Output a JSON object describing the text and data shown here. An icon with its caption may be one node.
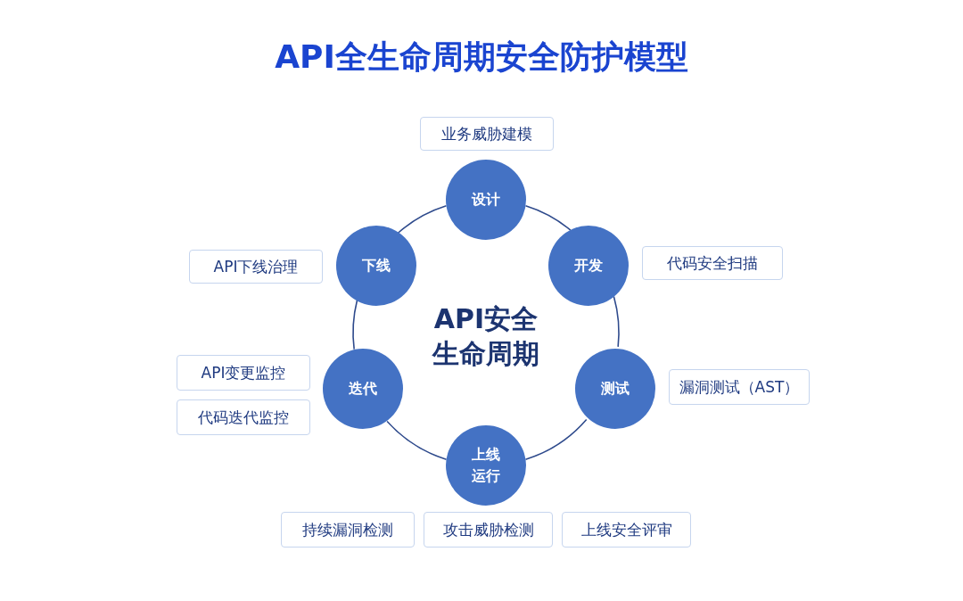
{
  "diagram": {
    "title": "API全生命周期安全防护模型",
    "nodes": [
      {
        "text": [
          "设计"
        ]
      },
      {
        "text": [
          "开发"
        ]
      },
      {
        "text": [
          "测试"
        ]
      },
      {
        "text": [
          "上线运行"
        ]
      },
      {
        "text": [
          "迭代"
        ]
      },
      {
        "text": [
          "下线"
        ]
      },
      {
        "text": [
          "业务威胁建模"
        ]
      },
      {
        "text": [
          "代码安全扫描"
        ]
      },
      {
        "text": [
          "漏洞测试（AST）"
        ]
      },
      {
        "text": [
          "持续漏洞检测"
        ]
      },
      {
        "text": [
          "攻击威胁检测"
        ]
      },
      {
        "text": [
          "上线安全评审"
        ]
      },
      {
        "text": [
          "API变更监控"
        ]
      },
      {
        "text": [
          "代码迭代监控"
        ]
      },
      {
        "text": [
          "API下线治理"
        ]
      }
    ],
    "edges": [
      {
        "from": 0,
        "to": 1,
        "arrow": "none"
      },
      {
        "from": 1,
        "to": 2,
        "arrow": "none"
      },
      {
        "from": 2,
        "to": 3,
        "arrow": "none"
      },
      {
        "from": 3,
        "to": 4,
        "arrow": "none"
      },
      {
        "from": 4,
        "to": 5,
        "arrow": "none"
      },
      {
        "from": 5,
        "to": 0,
        "arrow": "none"
      }
    ],
    "labels": [
      "API安全生命周期"
    ]
  }
}
